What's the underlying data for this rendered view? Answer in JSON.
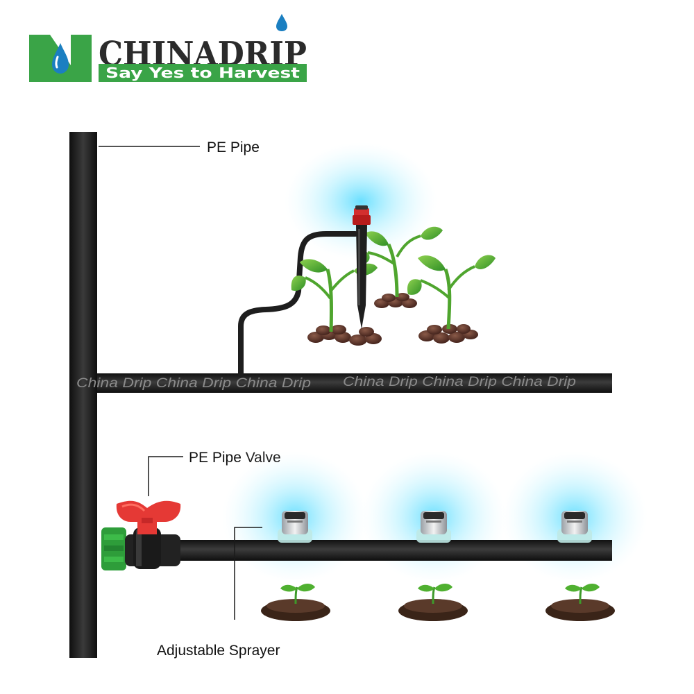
{
  "brand": {
    "name": "CHINADRIP",
    "slogan": "Say Yes to Harvest",
    "colors": {
      "green": "#3aa447",
      "blue": "#1b7fc1",
      "dark": "#2b2b2b"
    }
  },
  "labels": {
    "pe_pipe": "PE Pipe",
    "pe_pipe_valve_a": "PE Pipe ",
    "pe_pipe_valve_b": "Valve",
    "adjustable_sprayer": "Adjustable Sprayer"
  },
  "watermarks": {
    "left": "China Drip China Drip China Drip",
    "right": "China Drip China Drip China Drip"
  },
  "colors": {
    "pipe": "#1c1c1c",
    "mist": "#7fe8ff",
    "valve_red": "#e53935",
    "valve_green": "#2e9d3a",
    "leaf": "#4fb030",
    "soil": "#6b3c30",
    "soil_dark": "#3a2418"
  }
}
